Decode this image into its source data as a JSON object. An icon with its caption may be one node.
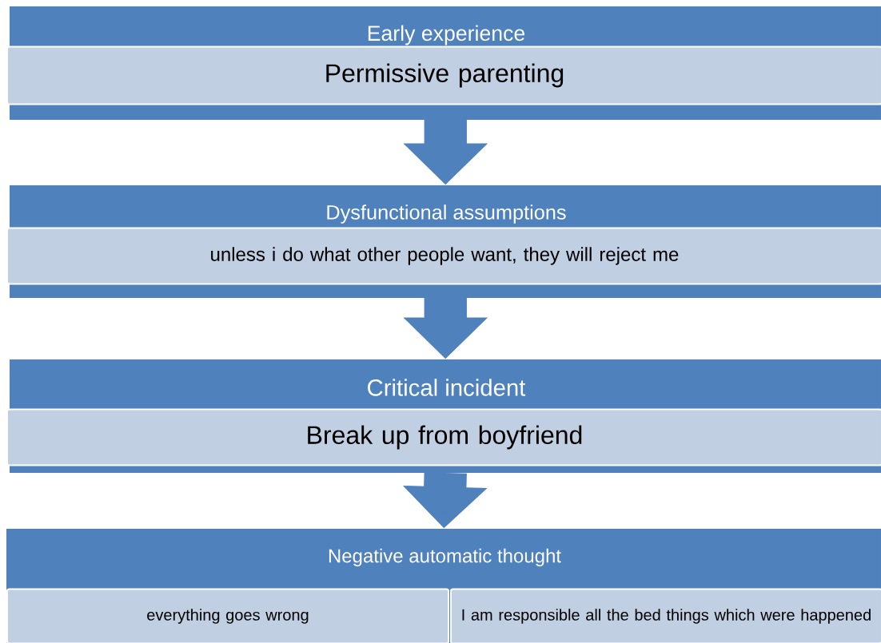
{
  "diagram": {
    "nodes": [
      {
        "text": [
          "Early experience"
        ]
      },
      {
        "text": [
          "Permissive parenting"
        ],
        "in": 0
      },
      {
        "text": [
          "Dysfunctional assumptions"
        ]
      },
      {
        "text": [
          "unless i do what other people want, they will reject me"
        ],
        "in": 2
      },
      {
        "text": [
          "Critical incident"
        ]
      },
      {
        "text": [
          "Break up from boyfriend"
        ],
        "in": 4
      },
      {
        "text": [
          "Negative automatic thought"
        ]
      },
      {
        "text": [
          "everything goes wrong"
        ],
        "in": 6
      },
      {
        "text": [
          "I am responsible all the bed things which were happened"
        ],
        "in": 6
      }
    ],
    "edges": [
      {
        "from": 0,
        "to": 2,
        "arrow": "to"
      },
      {
        "from": 2,
        "to": 4,
        "arrow": "to"
      },
      {
        "from": 4,
        "to": 6,
        "arrow": "to"
      }
    ]
  }
}
